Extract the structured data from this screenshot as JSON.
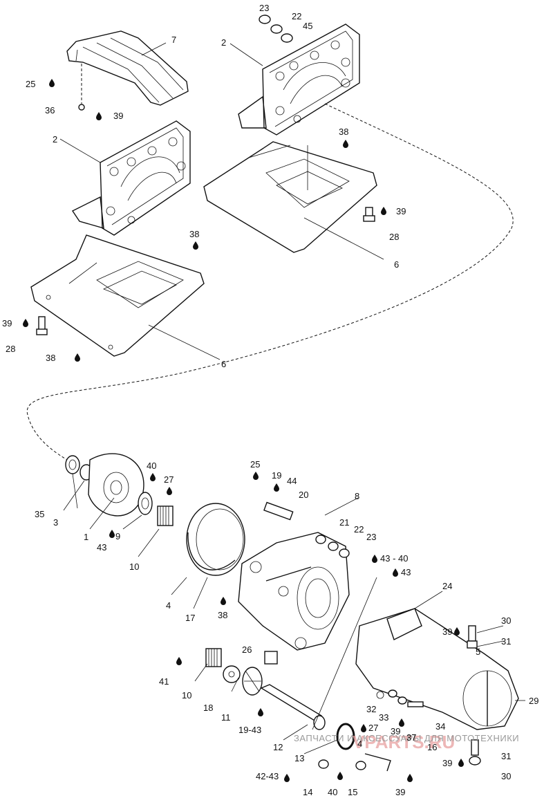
{
  "labels": {
    "l7": "7",
    "l2a": "2",
    "l2b": "2",
    "l23a": "23",
    "l22a": "22",
    "l45": "45",
    "l25a": "25",
    "l36": "36",
    "l39a": "39",
    "l38a": "38",
    "l39b": "39",
    "l28a": "28",
    "l38b": "38",
    "l6a": "6",
    "l39c": "39",
    "l28b": "28",
    "l38c": "38",
    "l6b": "6",
    "l35": "35",
    "l3": "3",
    "l1": "1",
    "l43a": "43",
    "l40a": "40",
    "l27a": "27",
    "l9": "9",
    "l10a": "10",
    "l4": "4",
    "l17": "17",
    "l38d": "38",
    "l25b": "25",
    "l19a": "19",
    "l44": "44",
    "l20": "20",
    "l8": "8",
    "l21": "21",
    "l22b": "22",
    "l23b": "23",
    "l4340": "43 - 40",
    "l43b": "43",
    "l24": "24",
    "l39d": "39",
    "l30a": "30",
    "l31a": "31",
    "l5": "5",
    "l29": "29",
    "l26": "26",
    "l41": "41",
    "l10b": "10",
    "l18": "18",
    "l11": "11",
    "l1943": "19-43",
    "l12": "12",
    "l32": "32",
    "l33": "33",
    "l39e": "39",
    "l34": "34",
    "l27b": "27",
    "l37": "37",
    "l16": "16",
    "l13": "13",
    "l31b": "31",
    "l39f": "39",
    "l30b": "30",
    "l4243": "42-43",
    "l14": "14",
    "l40b": "40",
    "l15": "15",
    "l39g": "39"
  },
  "watermark": {
    "text": "ЗАПЧАСТИ И АКСЕССУАРЫ ДЛЯ МОТОТЕХНИКИ",
    "logo": "VPARTS.RU"
  }
}
